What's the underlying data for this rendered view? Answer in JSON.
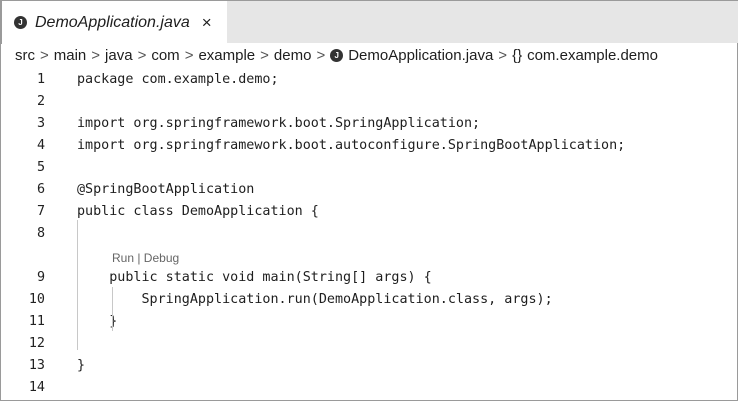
{
  "tab": {
    "label": "DemoApplication.java",
    "icon": "java-icon",
    "close": "×"
  },
  "breadcrumb": [
    "src",
    "main",
    "java",
    "com",
    "example",
    "demo",
    "DemoApplication.java",
    "com.example.demo"
  ],
  "breadcrumb_symbol": "{}",
  "breadcrumb_sep": ">",
  "java_glyph": "J",
  "code_lens": "Run | Debug",
  "lines": [
    {
      "n": "1",
      "t": "package com.example.demo;"
    },
    {
      "n": "2",
      "t": ""
    },
    {
      "n": "3",
      "t": "import org.springframework.boot.SpringApplication;"
    },
    {
      "n": "4",
      "t": "import org.springframework.boot.autoconfigure.SpringBootApplication;"
    },
    {
      "n": "5",
      "t": ""
    },
    {
      "n": "6",
      "t": "@SpringBootApplication"
    },
    {
      "n": "7",
      "t": "public class DemoApplication {"
    },
    {
      "n": "8",
      "t": ""
    },
    {
      "n": "9",
      "t": "    public static void main(String[] args) {"
    },
    {
      "n": "10",
      "t": "        SpringApplication.run(DemoApplication.class, args);"
    },
    {
      "n": "11",
      "t": "    }"
    },
    {
      "n": "12",
      "t": ""
    },
    {
      "n": "13",
      "t": "}"
    },
    {
      "n": "14",
      "t": ""
    }
  ]
}
